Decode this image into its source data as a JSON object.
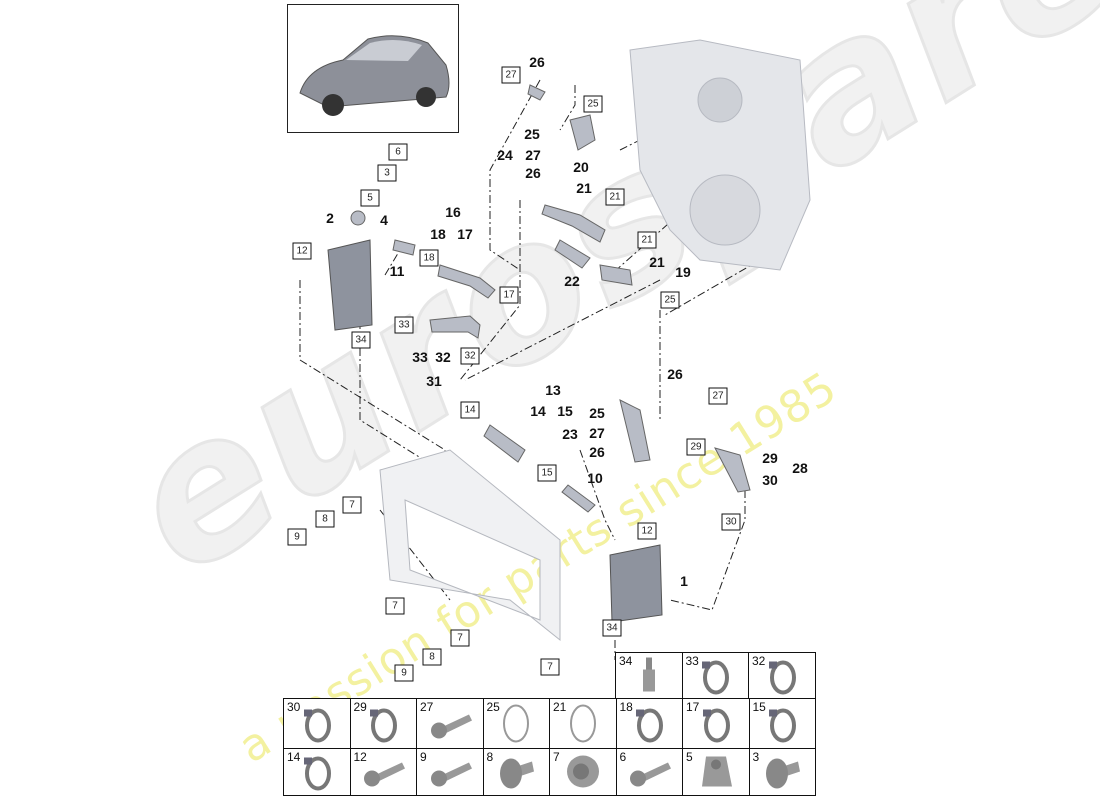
{
  "watermark": {
    "brand": "eurospares",
    "tagline": "a passion for parts since 1985"
  },
  "boxed_labels": [
    "6",
    "3",
    "5",
    "12",
    "18",
    "17",
    "33",
    "34",
    "32",
    "27",
    "25",
    "21",
    "21",
    "25",
    "14",
    "15",
    "27",
    "29",
    "30",
    "12",
    "7",
    "8",
    "9",
    "7",
    "34",
    "7",
    "8",
    "9",
    "7"
  ],
  "bold_labels": [
    "26",
    "25",
    "24",
    "27",
    "26",
    "20",
    "21",
    "2",
    "4",
    "16",
    "18",
    "17",
    "11",
    "22",
    "21",
    "19",
    "33",
    "32",
    "31",
    "13",
    "14",
    "15",
    "26",
    "25",
    "23",
    "27",
    "26",
    "10",
    "29",
    "30",
    "28",
    "1"
  ],
  "parts_grid": {
    "row1": [
      "34",
      "33",
      "32"
    ],
    "row2": [
      "30",
      "29",
      "27",
      "25",
      "21",
      "18",
      "17",
      "15"
    ],
    "row3": [
      "14",
      "12",
      "9",
      "8",
      "7",
      "6",
      "5",
      "3"
    ]
  },
  "grid_icons": {
    "34": "bolt-sensor-icon",
    "33": "hose-clamp-icon",
    "32": "hose-clamp-icon",
    "30": "hose-clamp-icon",
    "29": "hose-clamp-icon",
    "27": "screw-icon",
    "25": "o-ring-icon",
    "21": "o-ring-icon",
    "18": "hose-clamp-icon",
    "17": "hose-clamp-icon",
    "15": "hose-clamp-icon",
    "14": "hose-clamp-icon",
    "12": "screw-icon",
    "9": "screw-icon",
    "8": "rivet-icon",
    "7": "nut-icon",
    "6": "screw-icon",
    "5": "clip-nut-icon",
    "3": "rivet-icon"
  },
  "colors": {
    "watermark_text": "#f3f1a0",
    "part": "#a9adb8",
    "line": "#222222"
  }
}
